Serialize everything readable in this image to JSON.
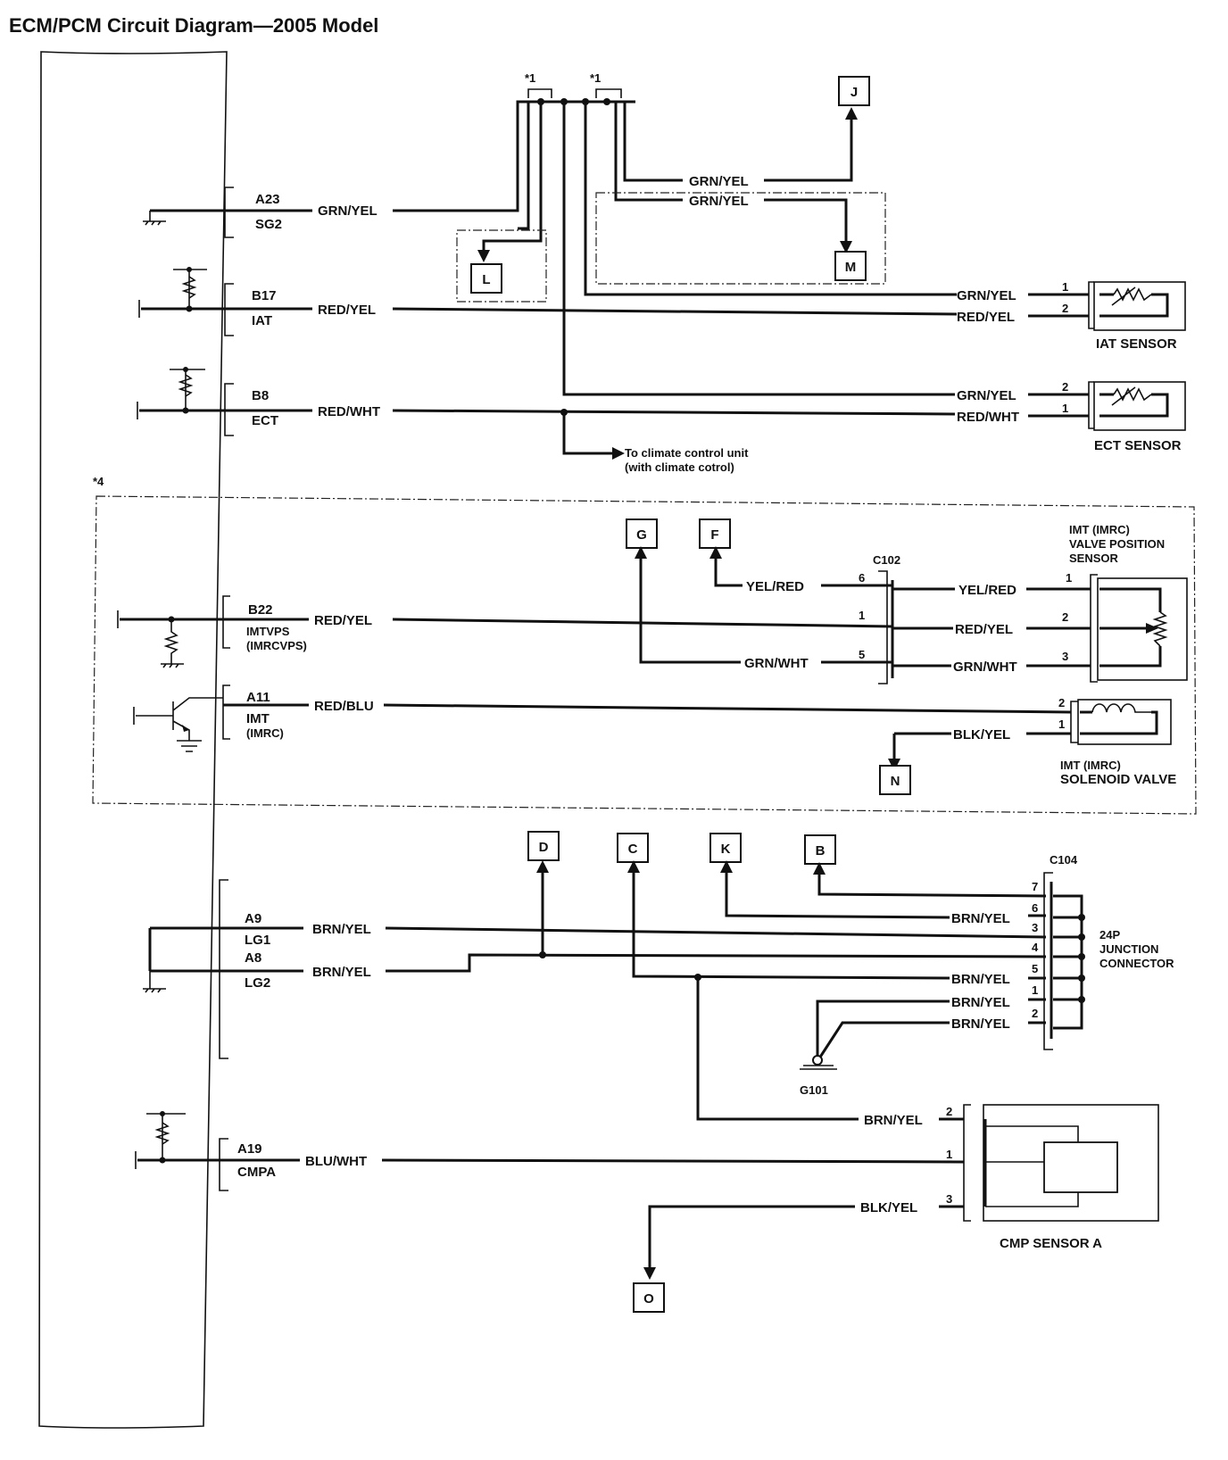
{
  "title": "ECM/PCM Circuit Diagram—2005 Model",
  "notes": {
    "star1": "*1",
    "star4": "*4"
  },
  "pins": {
    "a23": "A23",
    "sg2": "SG2",
    "b17": "B17",
    "iat": "IAT",
    "b8": "B8",
    "ect": "ECT",
    "b22": "B22",
    "imtvps": "IMTVPS",
    "imrcvps": "(IMRCVPS)",
    "a11": "A11",
    "imt": "IMT",
    "imrc": "(IMRC)",
    "a9": "A9",
    "lg1": "LG1",
    "a8": "A8",
    "lg2": "LG2",
    "a19": "A19",
    "cmpa": "CMPA"
  },
  "wires": {
    "grn_yel": "GRN/YEL",
    "red_yel": "RED/YEL",
    "red_wht": "RED/WHT",
    "yel_red": "YEL/RED",
    "grn_wht": "GRN/WHT",
    "red_blu": "RED/BLU",
    "blk_yel": "BLK/YEL",
    "brn_yel": "BRN/YEL",
    "blu_wht": "BLU/WHT"
  },
  "connectors": {
    "j": "J",
    "m": "M",
    "l": "L",
    "g": "G",
    "f": "F",
    "n": "N",
    "d": "D",
    "c": "C",
    "k": "K",
    "b": "B",
    "o": "O"
  },
  "numbers": {
    "n1": "1",
    "n2": "2",
    "n3": "3",
    "n4": "4",
    "n5": "5",
    "n6": "6",
    "n7": "7"
  },
  "components": {
    "iat_sensor": "IAT SENSOR",
    "ect_sensor": "ECT SENSOR",
    "climate_line1": "To climate control unit",
    "climate_line2": "(with climate cotrol)",
    "c102": "C102",
    "imt_vps_line1": "IMT (IMRC)",
    "imt_vps_line2": "VALVE POSITION",
    "imt_vps_line3": "SENSOR",
    "imt_sol_line1": "IMT (IMRC)",
    "imt_sol_line2": "SOLENOID VALVE",
    "c104": "C104",
    "jc_line1": "24P",
    "jc_line2": "JUNCTION",
    "jc_line3": "CONNECTOR",
    "g101": "G101",
    "cmp_sensor": "CMP SENSOR A"
  }
}
